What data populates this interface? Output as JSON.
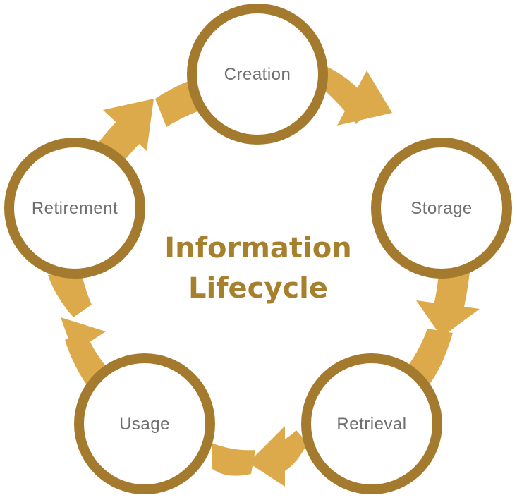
{
  "diagram": {
    "title_line1": "Information",
    "title_line2": "Lifecycle",
    "stages": [
      "Creation",
      "Storage",
      "Retrieval",
      "Usage",
      "Retirement"
    ]
  },
  "colors": {
    "ring": "#dcaa4a",
    "circle_border": "#a47b2e",
    "circle_fill": "#ffffff",
    "title": "#a7802e",
    "label": "#6f6f6f"
  },
  "icons": {
    "cycle_arrows": "right-arrow-icon"
  }
}
